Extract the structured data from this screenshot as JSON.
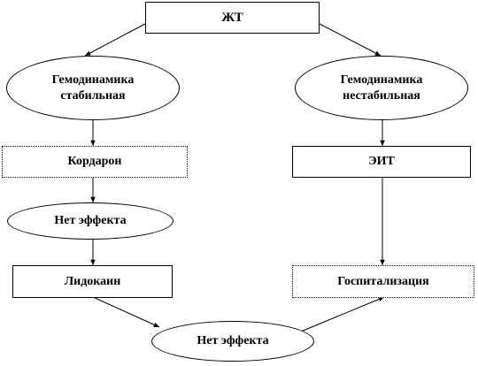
{
  "nodes": {
    "top": "ЖТ",
    "stable": [
      "Гемодинамика",
      "стабильная"
    ],
    "unstable": [
      "Гемодинамика",
      "нестабильная"
    ],
    "cordarone": "Кордарон",
    "eit": "ЭИТ",
    "no_effect_1": "Нет эффекта",
    "lidocaine": "Лидокаин",
    "hospitalization": "Госпитализация",
    "no_effect_2": "Нет эффекта"
  }
}
